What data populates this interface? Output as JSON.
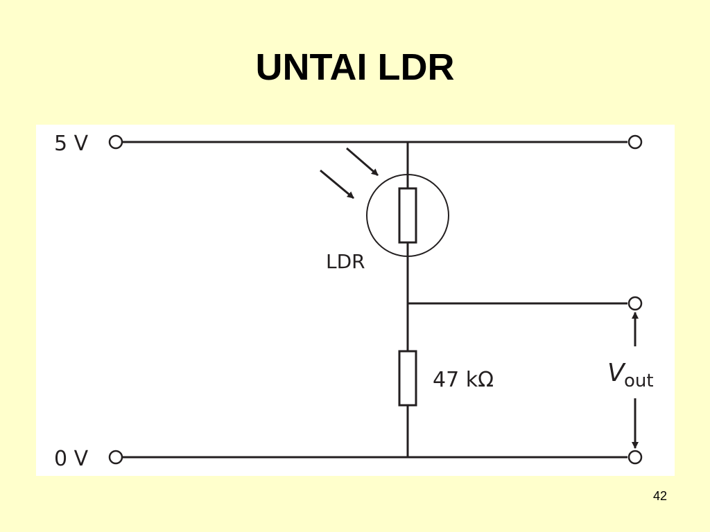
{
  "slide": {
    "title": "UNTAI LDR",
    "page_number": "42"
  },
  "diagram": {
    "labels": {
      "supply_voltage": "5 V",
      "ground_voltage": "0 V",
      "ldr": "LDR",
      "resistor_value": "47 kΩ",
      "vout_symbol": "V",
      "vout_subscript": "out"
    },
    "colors": {
      "wire": "#231f20",
      "panel": "#ffffff",
      "background": "#ffffcc"
    },
    "icons": [
      "light-arrow-icon",
      "terminal-icon",
      "resistor-icon",
      "ldr-symbol-icon"
    ]
  }
}
